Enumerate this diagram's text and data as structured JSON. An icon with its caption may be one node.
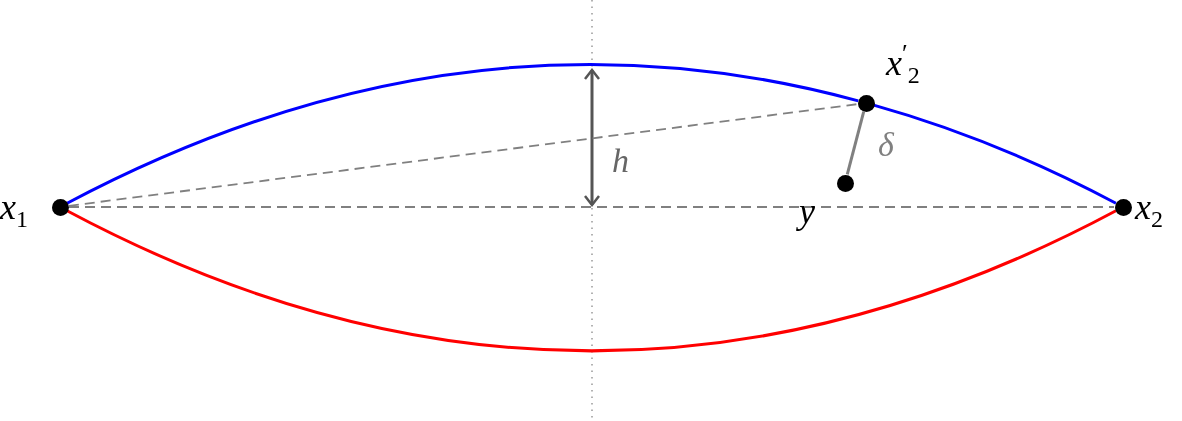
{
  "diagram": {
    "nodes": [
      {
        "text": [
          "x$_{1}$"
        ]
      },
      {
        "text": [
          "x$^{′}$$_{2}$"
        ]
      },
      {
        "text": [
          "y"
        ]
      },
      {
        "text": [
          "x$_{2}$"
        ]
      }
    ],
    "edges": [
      {
        "from": 0,
        "to": 1,
        "arrow": "none",
        "color": "#0000ff"
      },
      {
        "from": 1,
        "to": 3,
        "arrow": "none",
        "color": "#0000ff"
      },
      {
        "from": 0,
        "to": 3,
        "arrow": "none",
        "color": "#ff0000"
      },
      {
        "from": 0,
        "to": 3,
        "arrow": "none",
        "style": "dashed",
        "color": "#808080"
      },
      {
        "from": 0,
        "to": 1,
        "arrow": "none",
        "style": "dashed",
        "color": "#808080"
      },
      {
        "from": 1,
        "to": 2,
        "arrow": "none",
        "label": "δ",
        "color": "#808080"
      }
    ],
    "labels": [
      "h"
    ]
  }
}
